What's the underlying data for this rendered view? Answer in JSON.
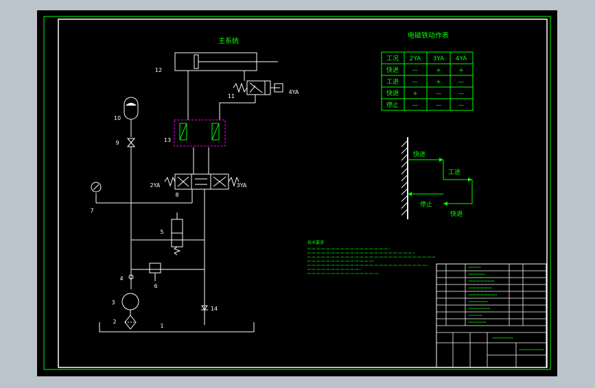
{
  "main_title": "主系统",
  "table_title": "电磁铁动作表",
  "table": {
    "headers": [
      "工况",
      "2YA",
      "3YA",
      "4YA"
    ],
    "rows": [
      [
        "快进",
        "—",
        "+",
        "+"
      ],
      [
        "工进",
        "—",
        "+",
        "—"
      ],
      [
        "快退",
        "+",
        "—",
        "—"
      ],
      [
        "停止",
        "—",
        "—",
        "—"
      ]
    ]
  },
  "cycle": {
    "fast_forward": "快进",
    "work_feed": "工进",
    "stop": "停止",
    "fast_return": "快退"
  },
  "solenoids": {
    "s2": "2YA",
    "s3": "3YA",
    "s4": "4YA"
  },
  "components": {
    "c1": "1",
    "c2": "2",
    "c3": "3",
    "c4": "4",
    "c5": "5",
    "c6": "6",
    "c7": "7",
    "c8": "8",
    "c9": "9",
    "c10": "10",
    "c11": "11",
    "c12": "12",
    "c13": "13",
    "c14": "14"
  },
  "notes_header": "技术要求",
  "colors": {
    "background": "#000000",
    "line": "#ffffff",
    "accent": "#00ff00",
    "highlight": "#ff00ff",
    "sheet": "#bcc4cb"
  }
}
